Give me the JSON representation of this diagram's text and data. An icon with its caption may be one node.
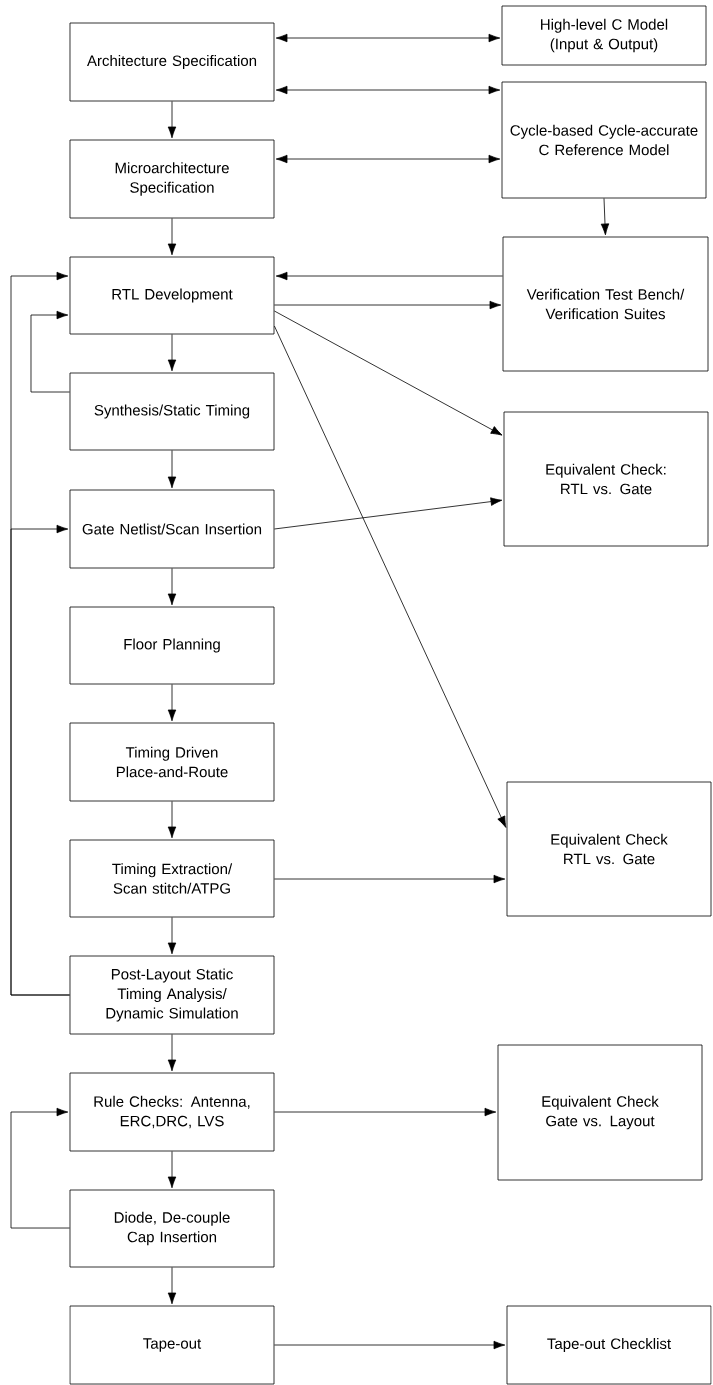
{
  "diagram": {
    "nodes": [
      {
        "text": [
          "Architecture Specification"
        ]
      },
      {
        "text": [
          "High-level C Model (Input & Output)"
        ]
      },
      {
        "text": [
          "Cycle-based Cycle-accurate C Reference Model"
        ]
      },
      {
        "text": [
          "Microarchitecture Specification"
        ]
      },
      {
        "text": [
          "RTL Development"
        ]
      },
      {
        "text": [
          "Verification Test Bench/ Verification Suites"
        ]
      },
      {
        "text": [
          "Synthesis/Static Timing"
        ]
      },
      {
        "text": [
          "Equivalent Check: RTL vs. Gate"
        ]
      },
      {
        "text": [
          "Gate Netlist/Scan Insertion"
        ]
      },
      {
        "text": [
          "Floor Planning"
        ]
      },
      {
        "text": [
          "Timing Driven Place-and-Route"
        ]
      },
      {
        "text": [
          "Timing Extraction/ Scan stitch/ATPG"
        ]
      },
      {
        "text": [
          "Equivalent Check RTL vs. Gate"
        ]
      },
      {
        "text": [
          "Post-Layout Static Timing Analysis/ Dynamic Simulation"
        ]
      },
      {
        "text": [
          "Rule Checks: Antenna, ERC,DRC, LVS"
        ]
      },
      {
        "text": [
          "Equivalent Check Gate vs. Layout"
        ]
      },
      {
        "text": [
          "Diode, De-couple Cap Insertion"
        ]
      },
      {
        "text": [
          "Tape-out"
        ]
      },
      {
        "text": [
          "Tape-out Checklist"
        ]
      }
    ],
    "edges": [
      {
        "from": 0,
        "to": 1,
        "arrow": "both"
      },
      {
        "from": 0,
        "to": 2,
        "arrow": "both"
      },
      {
        "from": 0,
        "to": 3,
        "arrow": "to"
      },
      {
        "from": 3,
        "to": 2,
        "arrow": "both"
      },
      {
        "from": 3,
        "to": 4,
        "arrow": "to"
      },
      {
        "from": 2,
        "to": 5,
        "arrow": "to"
      },
      {
        "from": 5,
        "to": 4,
        "arrow": "to"
      },
      {
        "from": 4,
        "to": 5,
        "arrow": "to"
      },
      {
        "from": 4,
        "to": 7,
        "arrow": "to"
      },
      {
        "from": 4,
        "to": 12,
        "arrow": "to"
      },
      {
        "from": 4,
        "to": 6,
        "arrow": "to"
      },
      {
        "from": 6,
        "to": 4,
        "arrow": "to"
      },
      {
        "from": 6,
        "to": 8,
        "arrow": "to"
      },
      {
        "from": 8,
        "to": 7,
        "arrow": "to"
      },
      {
        "from": 8,
        "to": 9,
        "arrow": "to"
      },
      {
        "from": 9,
        "to": 10,
        "arrow": "to"
      },
      {
        "from": 10,
        "to": 11,
        "arrow": "to"
      },
      {
        "from": 11,
        "to": 12,
        "arrow": "to"
      },
      {
        "from": 11,
        "to": 13,
        "arrow": "to"
      },
      {
        "from": 13,
        "to": 4,
        "arrow": "to"
      },
      {
        "from": 13,
        "to": 8,
        "arrow": "to"
      },
      {
        "from": 13,
        "to": 14,
        "arrow": "to"
      },
      {
        "from": 14,
        "to": 15,
        "arrow": "to"
      },
      {
        "from": 14,
        "to": 16,
        "arrow": "to"
      },
      {
        "from": 16,
        "to": 14,
        "arrow": "to"
      },
      {
        "from": 16,
        "to": 17,
        "arrow": "to"
      },
      {
        "from": 17,
        "to": 18,
        "arrow": "to"
      }
    ]
  }
}
